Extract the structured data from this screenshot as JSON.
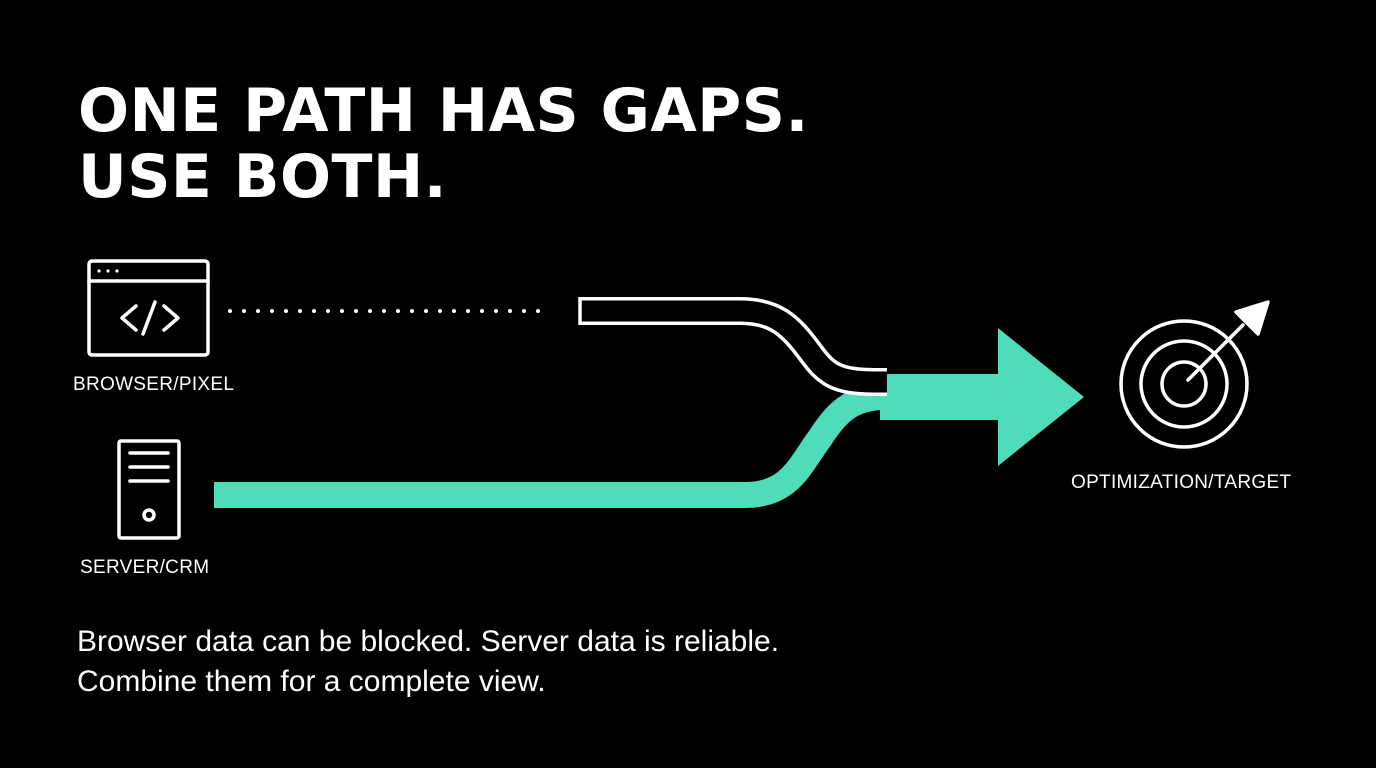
{
  "title": {
    "line1": "ONE PATH HAS GAPS.",
    "line2": "USE BOTH."
  },
  "nodes": {
    "browser": {
      "label": "BROWSER/PIXEL",
      "icon": "browser-code-icon"
    },
    "server": {
      "label": "SERVER/CRM",
      "icon": "server-icon"
    },
    "target": {
      "label": "OPTIMIZATION/TARGET",
      "icon": "target-arrow-icon"
    }
  },
  "caption": {
    "line1": "Browser data can be blocked. Server data is reliable.",
    "line2": "Combine them for a complete view."
  },
  "colors": {
    "background": "#000000",
    "foreground": "#ffffff",
    "accent": "#4fdcb8"
  }
}
